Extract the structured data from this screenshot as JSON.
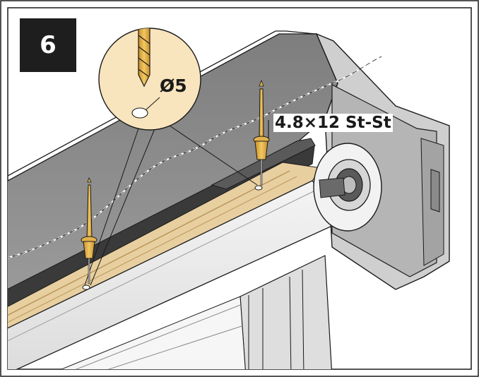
{
  "step": {
    "number": "6"
  },
  "drill": {
    "diameter_label": "Ø5"
  },
  "rivet": {
    "spec_label": "4.8×12 St-St"
  },
  "colors": {
    "background": "#ffffff",
    "outline": "#1a1a1a",
    "housing_top": "#8c8c8c",
    "housing_front": "#ececec",
    "end_cap": "#c8c8c8",
    "brass": "#e3b24a",
    "magnifier_fill": "#f8e4bd",
    "step_badge": "#1e1e1e"
  },
  "icons": [
    "drill-bit-icon",
    "rivet-icon",
    "cut-line-icon"
  ]
}
